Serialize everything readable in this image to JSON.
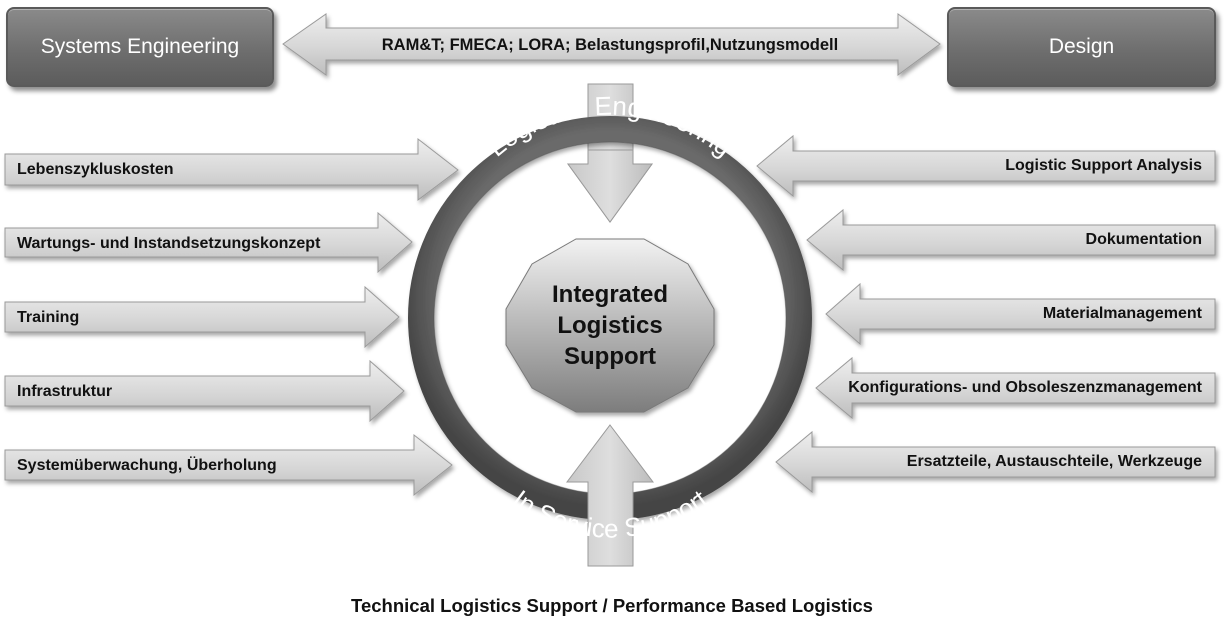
{
  "top": {
    "left_box": "Systems Engineering",
    "right_box": "Design",
    "arrow_label": "RAM&T; FMECA; LORA; Belastungsprofil,Nutzungsmodell"
  },
  "ring": {
    "top_text": "Logistics Engineering",
    "bottom_text": "In Service Support"
  },
  "center": {
    "line1": "Integrated",
    "line2": "Logistics",
    "line3": "Support"
  },
  "left_items": [
    "Lebenszykluskosten",
    "Wartungs- und Instandsetzungskonzept",
    "Training",
    "Infrastruktur",
    "Systemüberwachung, Überholung"
  ],
  "right_items": [
    "Logistic Support Analysis",
    "Dokumentation",
    "Materialmanagement",
    "Konfigurations- und Obsoleszenzmanagement",
    "Ersatzteile, Austauschteile, Werkzeuge"
  ],
  "footer": "Technical Logistics Support / Performance Based Logistics"
}
